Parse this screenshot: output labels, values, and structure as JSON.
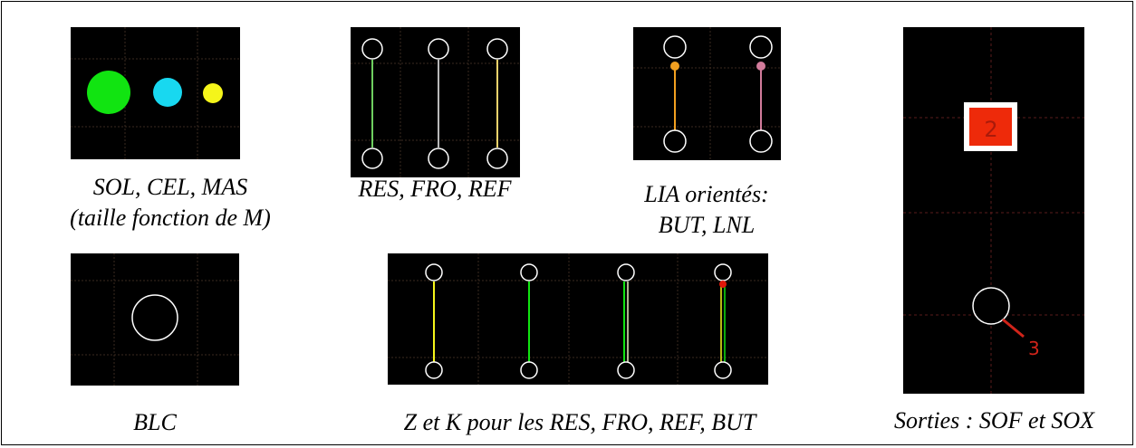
{
  "captions": {
    "sol_cel_mas_line1": "SOL, CEL, MAS",
    "sol_cel_mas_line2": "(taille fonction de M)",
    "res_fro_ref": "RES, FRO, REF",
    "lia_line1": "LIA orientés:",
    "lia_line2": "BUT, LNL",
    "blc": "BLC",
    "z_k": "Z et K pour les RES, FRO, REF, BUT",
    "sorties": "Sorties : SOF et SOX"
  },
  "labels": {
    "sof_number": "2",
    "sox_number": "3"
  },
  "colors": {
    "sol": "#11e411",
    "cel": "#18d8f0",
    "mas": "#f5f51a",
    "res": "#6ecf60",
    "fro": "#b9b9b9",
    "ref": "#f2d36b",
    "but": "#f2a020",
    "lnl": "#d27b9b",
    "node": "#ffffff",
    "grid": "#3a2a20",
    "grid_red": "#5a1c1c",
    "sof_fill": "#ee2a0a",
    "sof_text": "#aa1a0a",
    "sox_line": "#d0241a",
    "k_marker": "#e0180a"
  }
}
